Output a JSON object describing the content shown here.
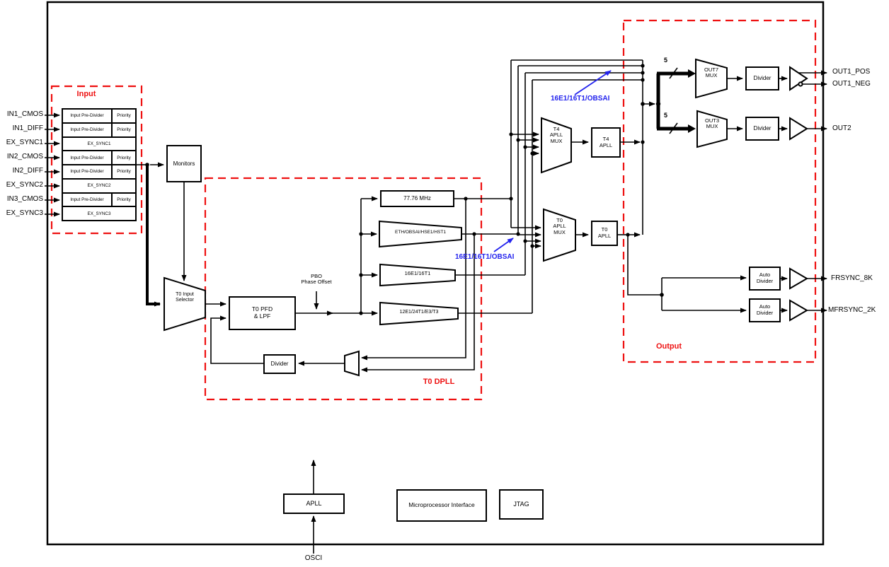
{
  "colors": {
    "accent_red": "#ee1111",
    "accent_blue": "#2222ee",
    "line": "#000000"
  },
  "sections": {
    "input": "Input",
    "t0_dpll": "T0 DPLL",
    "output": "Output"
  },
  "input_pins": [
    "IN1_CMOS",
    "IN1_DIFF",
    "EX_SYNC1",
    "IN2_CMOS",
    "IN2_DIFF",
    "EX_SYNC2",
    "IN3_CMOS",
    "EX_SYNC3"
  ],
  "input_rows": [
    {
      "main": "Input Pre-Divider",
      "right": "Priority"
    },
    {
      "main": "Input Pre-Divider",
      "right": "Priority"
    },
    {
      "main": "EX_SYNC1"
    },
    {
      "main": "Input Pre-Divider",
      "right": "Priority"
    },
    {
      "main": "Input Pre-Divider",
      "right": "Priority"
    },
    {
      "main": "EX_SYNC2"
    },
    {
      "main": "Input Pre-Divider",
      "right": "Priority"
    },
    {
      "main": "EX_SYNC3"
    }
  ],
  "blocks": {
    "monitors": "Monitors",
    "t0_input_selector": "T0 Input\nSelector",
    "t0_pfd_lpf": "T0 PFD\n& LPF",
    "pbo": "PBO\nPhase Offset",
    "feedback_divider": "Divider",
    "path_77mhz": "77.76 MHz",
    "path_eth": "ETH/OBSAI/HSE1/HST1",
    "path_16e1": "16E1/16T1",
    "path_12e1": "12E1/24T1/E3/T3",
    "t4_apll_mux": "T4\nAPLL\nMUX",
    "t4_apll": "T4\nAPLL",
    "t0_apll_mux": "T0\nAPLL\nMUX",
    "t0_apll": "T0\nAPLL",
    "out7_mux": "OUT7\nMUX",
    "out7_divider": "Divider",
    "out3_mux": "OUT3\nMUX",
    "out3_divider": "Divider",
    "auto_divider_1": "Auto\nDivider",
    "auto_divider_2": "Auto\nDivider",
    "apll": "APLL",
    "microprocessor_interface": "Microprocessor Interface",
    "jtag": "JTAG"
  },
  "bus_annotations": {
    "top_bus": "16E1/16T1/OBSAI",
    "mid_bus": "16E1/16T1/OBSAI",
    "bus_width": "5"
  },
  "output_pins": {
    "out1_pos": "OUT1_POS",
    "out1_neg": "OUT1_NEG",
    "out2": "OUT2",
    "frsync": "FRSYNC_8K",
    "mfrsync": "MFRSYNC_2K"
  },
  "bottom": {
    "osci": "OSCI"
  }
}
